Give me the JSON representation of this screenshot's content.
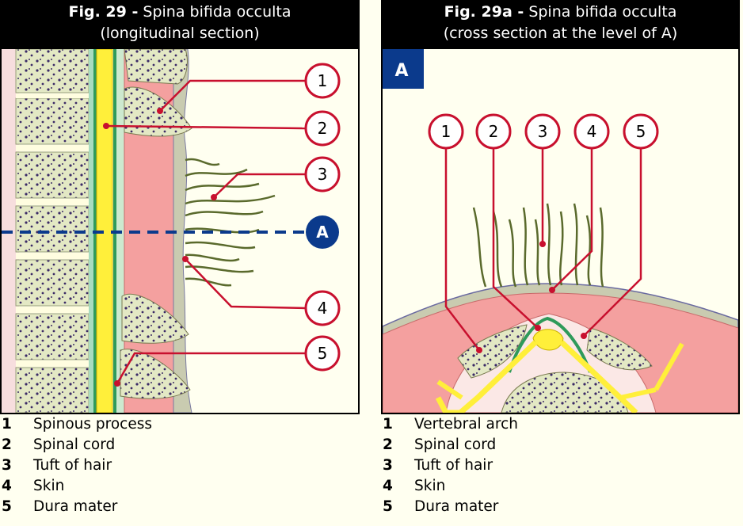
{
  "left": {
    "fig_label": "Fig. 29 -",
    "title_line1": "Spina bifida occulta",
    "title_line2": "(longitudinal section)",
    "marker": "A",
    "callouts": [
      "1",
      "2",
      "3",
      "4",
      "5"
    ],
    "legend": [
      {
        "num": "1",
        "label": "Spinous process"
      },
      {
        "num": "2",
        "label": "Spinal cord"
      },
      {
        "num": "3",
        "label": "Tuft of hair"
      },
      {
        "num": "4",
        "label": "Skin"
      },
      {
        "num": "5",
        "label": "Dura mater"
      }
    ]
  },
  "right": {
    "fig_label": "Fig. 29a -",
    "title_line1": "Spina bifida occulta",
    "title_line2": "(cross section at the level of A)",
    "marker": "A",
    "callouts": [
      "1",
      "2",
      "3",
      "4",
      "5"
    ],
    "legend": [
      {
        "num": "1",
        "label": "Vertebral arch"
      },
      {
        "num": "2",
        "label": "Spinal cord"
      },
      {
        "num": "3",
        "label": "Tuft of hair"
      },
      {
        "num": "4",
        "label": "Skin"
      },
      {
        "num": "5",
        "label": "Dura mater"
      }
    ]
  },
  "colors": {
    "bone": "#e8eccb",
    "bone_dots": "#3b2a66",
    "cord": "#ffef3a",
    "dura": "#2f9a5a",
    "muscle": "#f4a09f",
    "skin": "#c9c2a8",
    "hair": "#5a6a2c",
    "callout": "#c8102e",
    "marker": "#0b3a8c",
    "header_bg": "#000000"
  }
}
